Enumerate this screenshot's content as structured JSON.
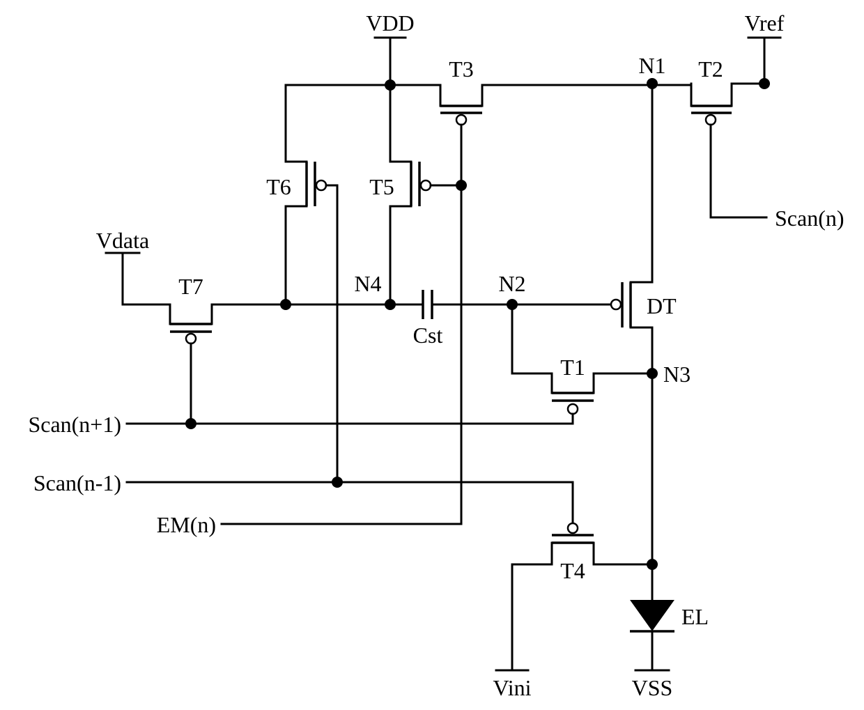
{
  "labels": {
    "vdd": "VDD",
    "vref": "Vref",
    "vdata": "Vdata",
    "vini": "Vini",
    "vss": "VSS",
    "n1": "N1",
    "n2": "N2",
    "n3": "N3",
    "n4": "N4",
    "t1": "T1",
    "t2": "T2",
    "t3": "T3",
    "t4": "T4",
    "t5": "T5",
    "t6": "T6",
    "t7": "T7",
    "dt": "DT",
    "cst": "Cst",
    "el": "EL",
    "scan_n": "Scan(n)",
    "scan_n_plus_1": "Scan(n+1)",
    "scan_n_minus_1": "Scan(n-1)",
    "em_n": "EM(n)"
  }
}
